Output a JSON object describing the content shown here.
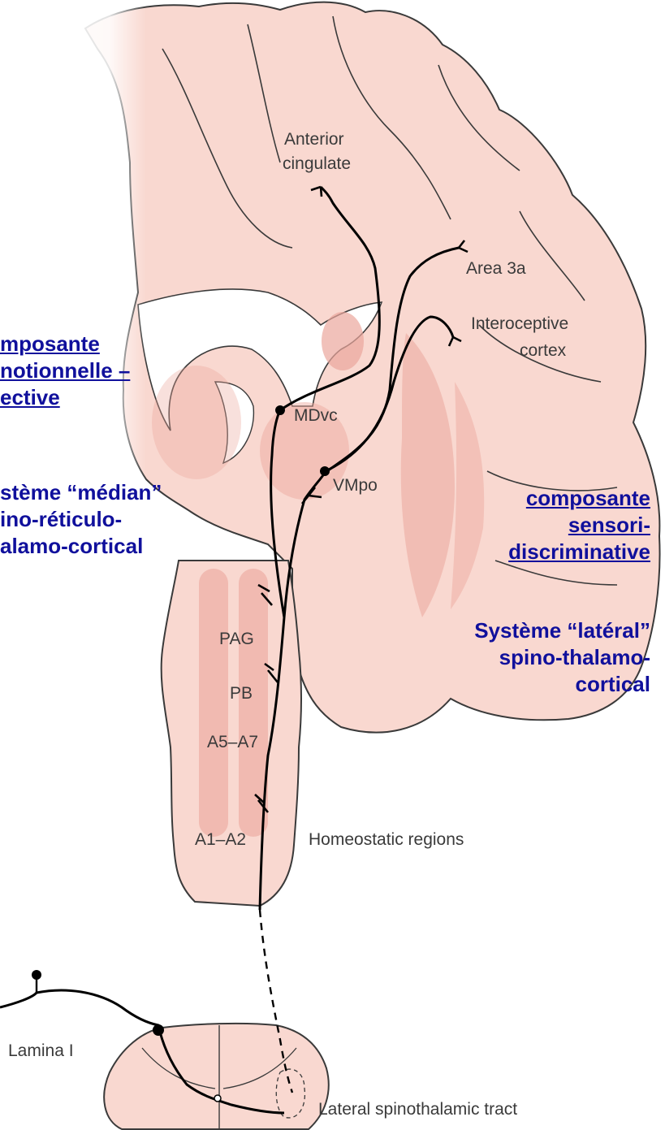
{
  "anatomy_labels": {
    "anterior_cingulate_1": "Anterior",
    "anterior_cingulate_2": "cingulate",
    "area_3a": "Area 3a",
    "interoceptive_1": "Interoceptive",
    "interoceptive_2": "cortex",
    "mdvc": "MDvc",
    "vmpo": "VMpo",
    "pag": "PAG",
    "pb": "PB",
    "a5_a7": "A5–A7",
    "a1_a2": "A1–A2",
    "homeostatic": "Homeostatic regions",
    "lamina": "Lamina I",
    "lateral_tract": "Lateral spinothalamic tract"
  },
  "left_overlay": {
    "component_lines": [
      "mposante",
      "notionnelle –",
      "ective"
    ],
    "system_lines": [
      "stème “médian”",
      "ino-réticulo-",
      "alamo-cortical"
    ]
  },
  "right_overlay": {
    "component_lines": [
      "composante",
      "sensori-",
      "discriminative"
    ],
    "system_lines": [
      "Système “latéral”",
      "spino-thalamo-",
      "cortical"
    ]
  },
  "colors": {
    "tissue_fill": "#f9d8d0",
    "tissue_dark": "#eba79c",
    "outline": "#3a3a3a",
    "overlay_text": "#10109c"
  }
}
